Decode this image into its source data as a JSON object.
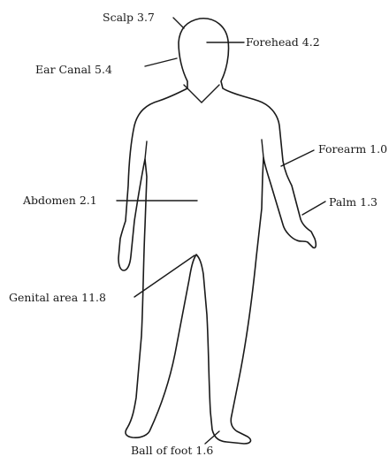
{
  "labels": {
    "scalp": "Scalp 3.7",
    "forehead": "Forehead 4.2",
    "ear_canal": "Ear Canal 5.4",
    "forearm": "Forearm 1.0",
    "abdomen": "Abdomen 2.1",
    "palm": "Palm 1.3",
    "genital": "Genital area 11.8",
    "foot": "Ball of foot 1.6"
  }
}
